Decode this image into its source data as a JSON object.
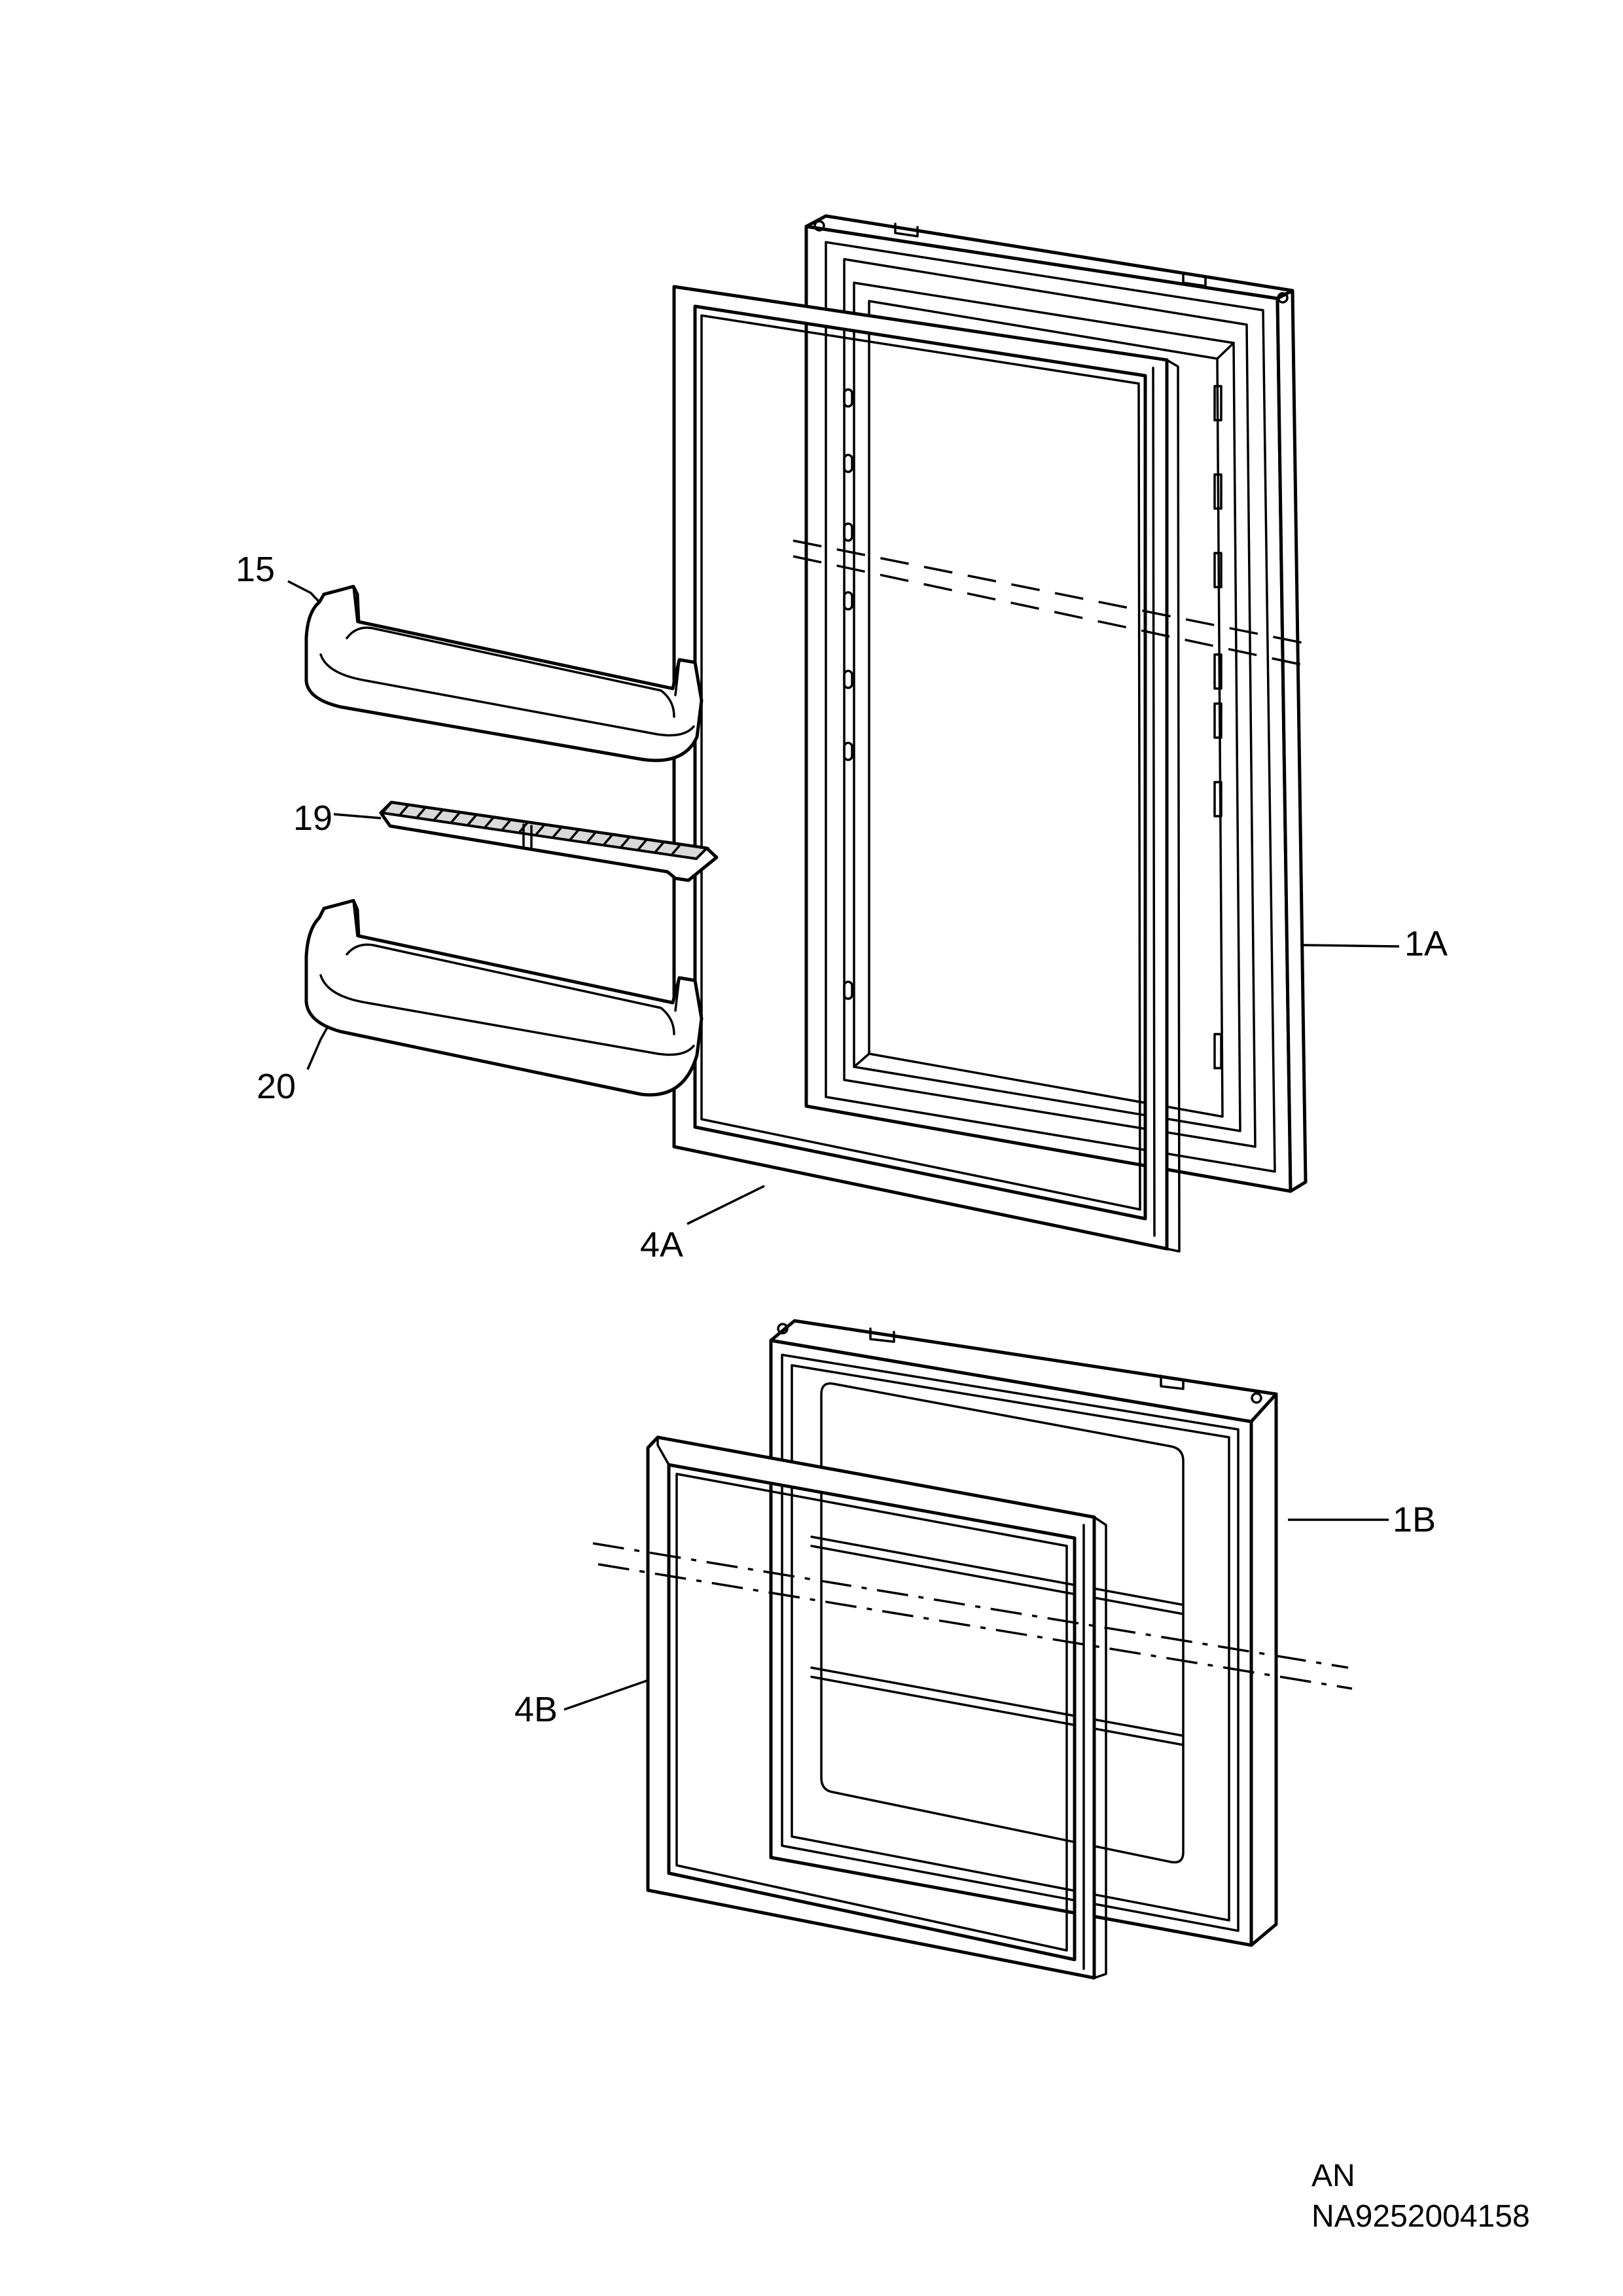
{
  "callouts": {
    "c15": "15",
    "c19": "19",
    "c20": "20",
    "c1A": "1A",
    "c4A": "4A",
    "c1B": "1B",
    "c4B": "4B"
  },
  "footer": {
    "code": "AN",
    "reference": "NA9252004158"
  },
  "colors": {
    "line": "#000000",
    "background": "#ffffff",
    "shade": "#d9d9d9"
  }
}
